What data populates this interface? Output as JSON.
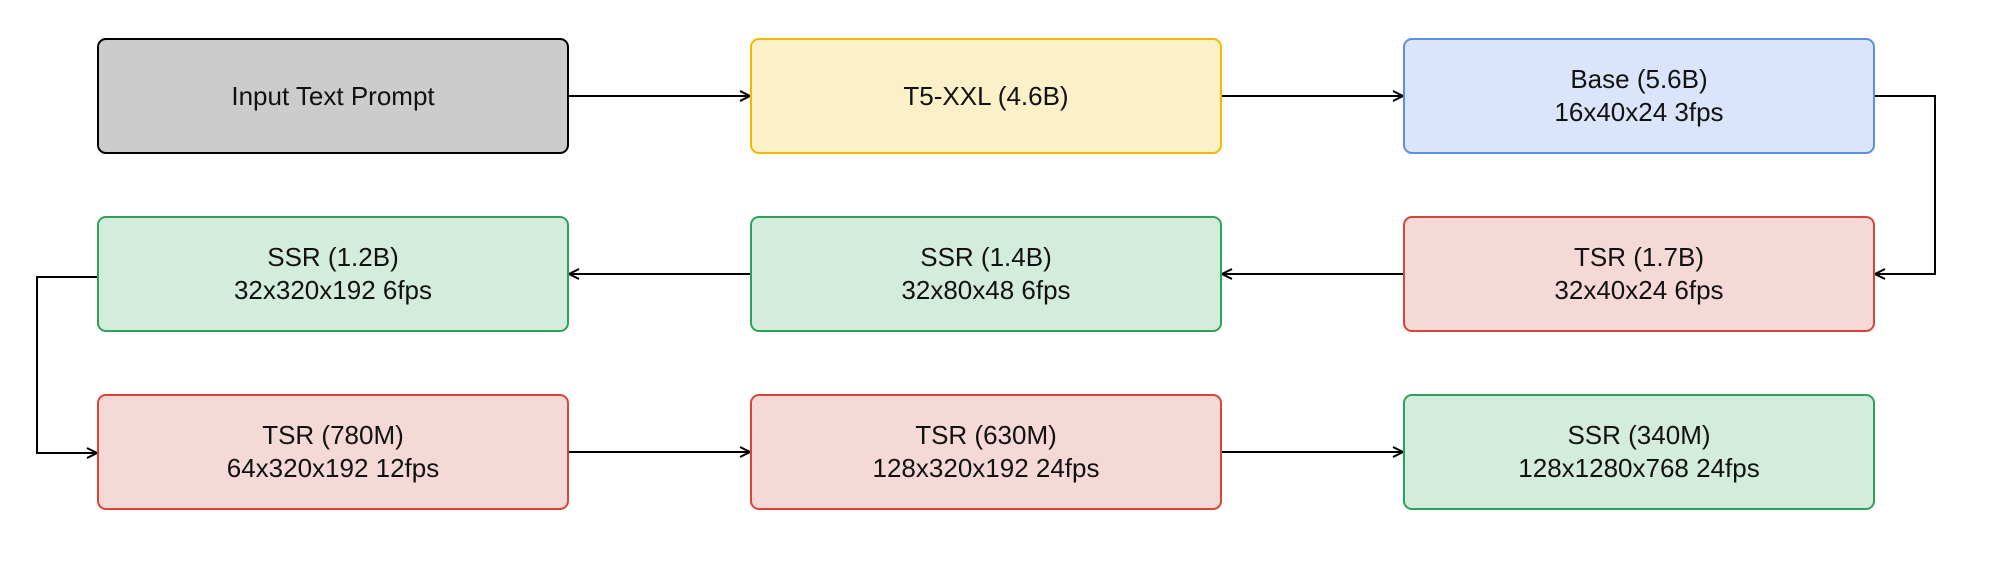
{
  "nodes": {
    "input": {
      "line1": "Input Text Prompt"
    },
    "t5": {
      "line1": "T5-XXL (4.6B)"
    },
    "base": {
      "line1": "Base (5.6B)",
      "line2": "16x40x24 3fps"
    },
    "tsr17": {
      "line1": "TSR (1.7B)",
      "line2": "32x40x24 6fps"
    },
    "ssr14": {
      "line1": "SSR (1.4B)",
      "line2": "32x80x48 6fps"
    },
    "ssr12": {
      "line1": "SSR (1.2B)",
      "line2": "32x320x192 6fps"
    },
    "tsr780": {
      "line1": "TSR (780M)",
      "line2": "64x320x192 12fps"
    },
    "tsr630": {
      "line1": "TSR (630M)",
      "line2": "128x320x192 24fps"
    },
    "ssr340": {
      "line1": "SSR (340M)",
      "line2": "128x1280x768 24fps"
    }
  },
  "colors": {
    "input_fill": "#cccccc",
    "input_border": "#000000",
    "t5_fill": "#fbf0c8",
    "t5_border": "#f5b800",
    "base_fill": "#dae5fb",
    "base_border": "#5b8ee6",
    "ssr_fill": "#d3ecdc",
    "ssr_border": "#2ea25a",
    "tsr_fill": "#f5d9d7",
    "tsr_border": "#d9443a",
    "arrow": "#000000"
  },
  "flow": [
    [
      "input",
      "t5"
    ],
    [
      "t5",
      "base"
    ],
    [
      "base",
      "tsr17"
    ],
    [
      "tsr17",
      "ssr14"
    ],
    [
      "ssr14",
      "ssr12"
    ],
    [
      "ssr12",
      "tsr780"
    ],
    [
      "tsr780",
      "tsr630"
    ],
    [
      "tsr630",
      "ssr340"
    ]
  ]
}
